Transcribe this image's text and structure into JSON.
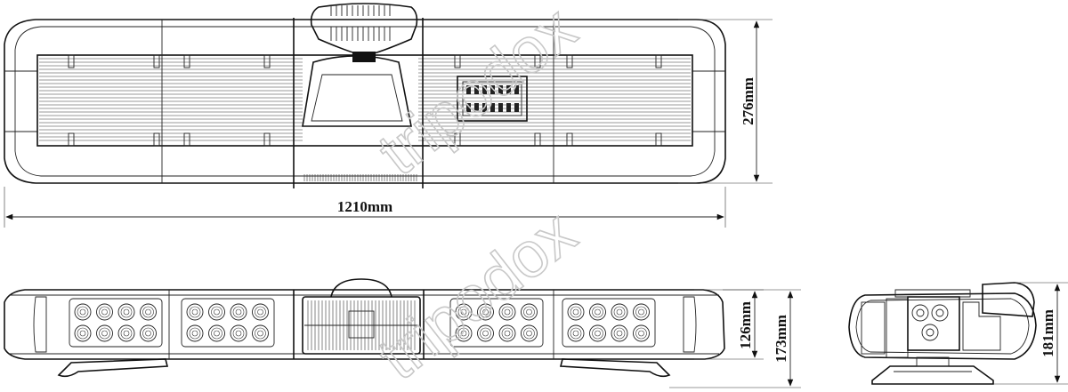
{
  "dimensions": {
    "top_width": "1210mm",
    "top_depth": "276mm",
    "front_body_height": "126mm",
    "front_total_height": "173mm",
    "side_total_height": "181mm"
  },
  "watermark": "tripodox"
}
